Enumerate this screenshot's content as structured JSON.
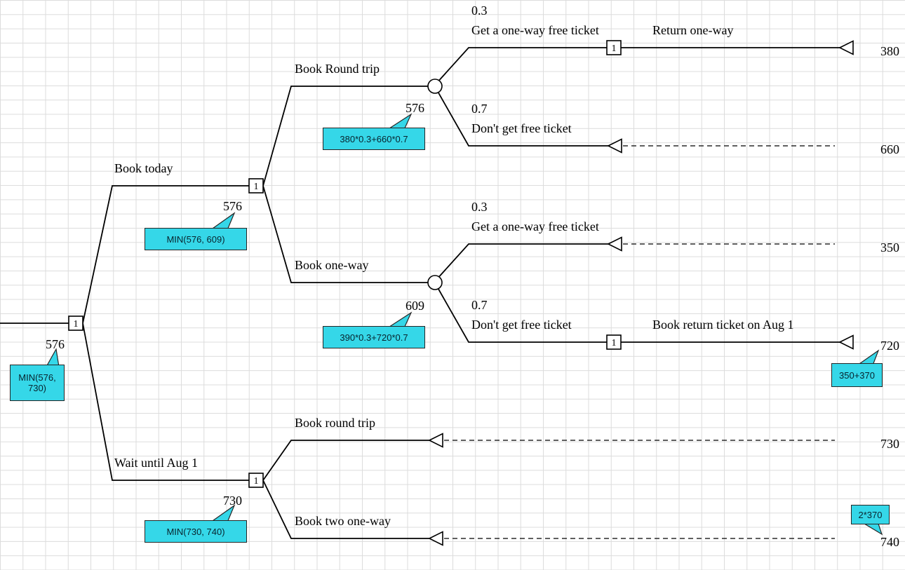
{
  "tree": {
    "root": {
      "node": "1",
      "ev": "576",
      "callout": "MIN(576, 730)"
    },
    "book_today": {
      "label": "Book today",
      "node": "1",
      "ev": "576",
      "callout": "MIN(576, 609)"
    },
    "book_round_trip": {
      "label": "Book Round trip",
      "ev": "576",
      "callout": "380*0.3+660*0.7"
    },
    "rt_get_free": {
      "prob": "0.3",
      "label": "Get a one-way free ticket",
      "node": "1",
      "followup": "Return one-way",
      "value": "380"
    },
    "rt_no_free": {
      "prob": "0.7",
      "label": "Don't get free ticket",
      "value": "660"
    },
    "book_one_way": {
      "label": "Book one-way",
      "ev": "609",
      "callout": "390*0.3+720*0.7"
    },
    "ow_get_free": {
      "prob": "0.3",
      "label": "Get a one-way free ticket",
      "value": "350"
    },
    "ow_no_free": {
      "prob": "0.7",
      "label": "Don't get free ticket",
      "node": "1",
      "followup": "Book return ticket on Aug 1",
      "value": "720",
      "callout": "350+370"
    },
    "wait": {
      "label": "Wait until Aug 1",
      "node": "1",
      "ev": "730",
      "callout": "MIN(730, 740)"
    },
    "wait_round_trip": {
      "label": "Book round trip",
      "value": "730"
    },
    "wait_two_one_way": {
      "label": "Book two one-way",
      "value": "740",
      "callout": "2*370"
    }
  }
}
